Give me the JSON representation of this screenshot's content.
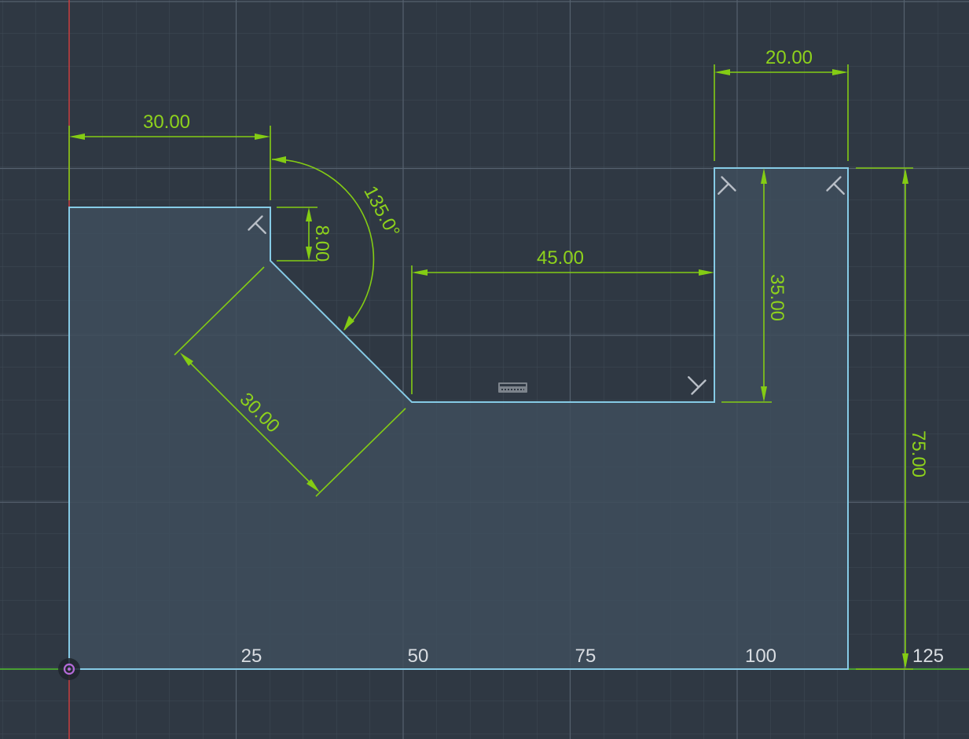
{
  "canvas": {
    "background": "#2f3843",
    "grid_minor_color": "#3f4a56",
    "grid_major_color": "#56626f",
    "x_axis_color": "#4fbf2a",
    "y_axis_color": "#d23b3b"
  },
  "profile": {
    "fill_color": "#3e4d5c",
    "stroke_color": "#86cbe6"
  },
  "dimensions": {
    "color": "#84cc14",
    "top_left_width": "30.00",
    "chamfer_angle": "135.0°",
    "notch_depth": "8.00",
    "slot_width": "45.00",
    "tab_width": "20.00",
    "tab_height": "35.00",
    "chamfer_length": "30.00",
    "overall_height": "75.00"
  },
  "axis_labels": {
    "x25": "25",
    "x50": "50",
    "x75": "75",
    "x100": "100",
    "x125": "125"
  },
  "icons": {
    "origin": "origin-icon",
    "horizontal_constraint": "horizontal-constraint-icon",
    "perpendicular_constraint": "perpendicular-constraint-icon"
  }
}
